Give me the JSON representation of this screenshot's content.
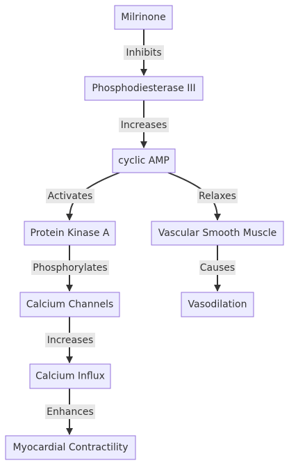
{
  "nodes": {
    "milrinone": "Milrinone",
    "pde3": "Phosphodiesterase III",
    "camp": "cyclic AMP",
    "pka": "Protein Kinase A",
    "vsm": "Vascular Smooth Muscle",
    "channels": "Calcium Channels",
    "vasodilation": "Vasodilation",
    "influx": "Calcium Influx",
    "contractility": "Myocardial Contractility"
  },
  "edges": {
    "milrinone_pde3": "Inhibits",
    "pde3_camp": "Increases",
    "camp_pka": "Activates",
    "camp_vsm": "Relaxes",
    "pka_channels": "Phosphorylates",
    "vsm_vasodilation": "Causes",
    "channels_influx": "Increases",
    "influx_contractility": "Enhances"
  },
  "colors": {
    "node_fill": "#ECECFF",
    "node_stroke": "#9370DB",
    "edge": "#333333",
    "label_bg": "#E8E8E8"
  }
}
